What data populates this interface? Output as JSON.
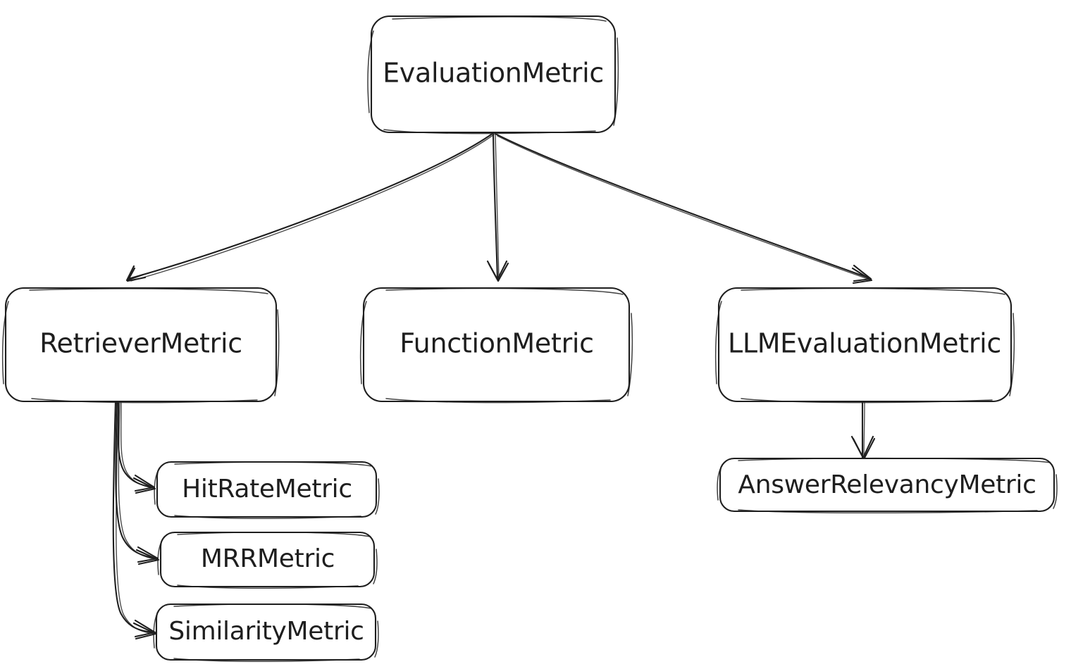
{
  "diagram": {
    "title": "EvaluationMetric class hierarchy",
    "type": "class-hierarchy-tree",
    "style": "hand-drawn",
    "background_color": "#ffffff",
    "stroke_color": "#1e1e1e",
    "node_fill": "#ffffff",
    "nodes": [
      {
        "id": "evaluation-metric",
        "label": "EvaluationMetric",
        "level": 0
      },
      {
        "id": "retriever-metric",
        "label": "RetrieverMetric",
        "level": 1
      },
      {
        "id": "function-metric",
        "label": "FunctionMetric",
        "level": 1
      },
      {
        "id": "llm-evaluation-metric",
        "label": "LLMEvaluationMetric",
        "level": 1
      },
      {
        "id": "hit-rate-metric",
        "label": "HitRateMetric",
        "level": 2
      },
      {
        "id": "mrr-metric",
        "label": "MRRMetric",
        "level": 2
      },
      {
        "id": "similarity-metric",
        "label": "SimilarityMetric",
        "level": 2
      },
      {
        "id": "answer-relevancy-metric",
        "label": "AnswerRelevancyMetric",
        "level": 2
      }
    ],
    "edges": [
      {
        "from": "EvaluationMetric",
        "to": "RetrieverMetric"
      },
      {
        "from": "EvaluationMetric",
        "to": "FunctionMetric"
      },
      {
        "from": "EvaluationMetric",
        "to": "LLMEvaluationMetric"
      },
      {
        "from": "RetrieverMetric",
        "to": "HitRateMetric"
      },
      {
        "from": "RetrieverMetric",
        "to": "MRRMetric"
      },
      {
        "from": "RetrieverMetric",
        "to": "SimilarityMetric"
      },
      {
        "from": "LLMEvaluationMetric",
        "to": "AnswerRelevancyMetric"
      }
    ]
  }
}
